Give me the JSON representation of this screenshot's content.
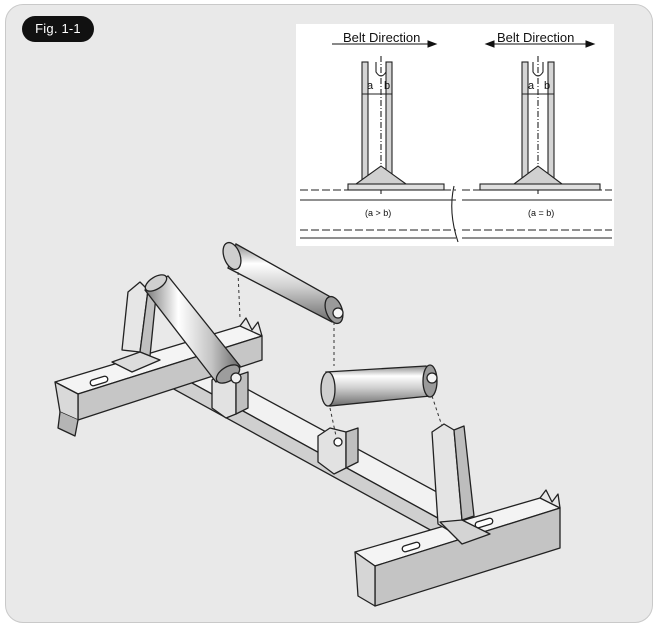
{
  "figure": {
    "badge_label": "Fig. 1-1"
  },
  "inset": {
    "left": {
      "belt_label": "Belt Direction",
      "dim_a": "a",
      "dim_b": "b",
      "condition": "(a > b)"
    },
    "right": {
      "belt_label": "Belt Direction",
      "dim_a": "a",
      "dim_b": "b",
      "condition": "(a = b)"
    }
  },
  "colors": {
    "panel_bg": "#e9e9e9",
    "badge_bg": "#111111",
    "steel_light": "#e4e4e4",
    "steel_mid": "#c8c8c8",
    "steel_dark": "#9a9a9a",
    "outline": "#222222"
  }
}
